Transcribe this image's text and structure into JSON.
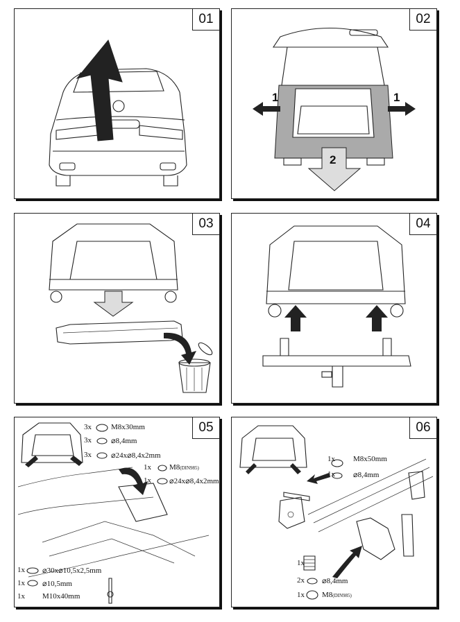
{
  "panels": [
    {
      "number": "01"
    },
    {
      "number": "02",
      "step_left": "1",
      "step_right": "1",
      "step_down": "2"
    },
    {
      "number": "03"
    },
    {
      "number": "04"
    },
    {
      "number": "05",
      "parts": [
        {
          "qty": "3x",
          "desc": "M8x30mm"
        },
        {
          "qty": "3x",
          "desc": "⌀8,4mm"
        },
        {
          "qty": "3x",
          "desc": "⌀24x⌀8,4x2mm"
        },
        {
          "qty": "1x",
          "desc": "M8",
          "note": "(DIN985)"
        },
        {
          "qty": "1x",
          "desc": "⌀24x⌀8,4x2mm"
        },
        {
          "qty": "1x",
          "desc": "⌀30x⌀10,5x2,5mm"
        },
        {
          "qty": "1x",
          "desc": "⌀10,5mm"
        },
        {
          "qty": "1x",
          "desc": "M10x40mm"
        }
      ]
    },
    {
      "number": "06",
      "parts": [
        {
          "qty": "1x",
          "desc": "M8x50mm"
        },
        {
          "qty": "1x",
          "desc": "⌀8,4mm"
        },
        {
          "qty": "1x",
          "desc": ""
        },
        {
          "qty": "2x",
          "desc": "⌀8,4mm"
        },
        {
          "qty": "1x",
          "desc": "M8",
          "note": "(DIN985)"
        }
      ]
    }
  ]
}
